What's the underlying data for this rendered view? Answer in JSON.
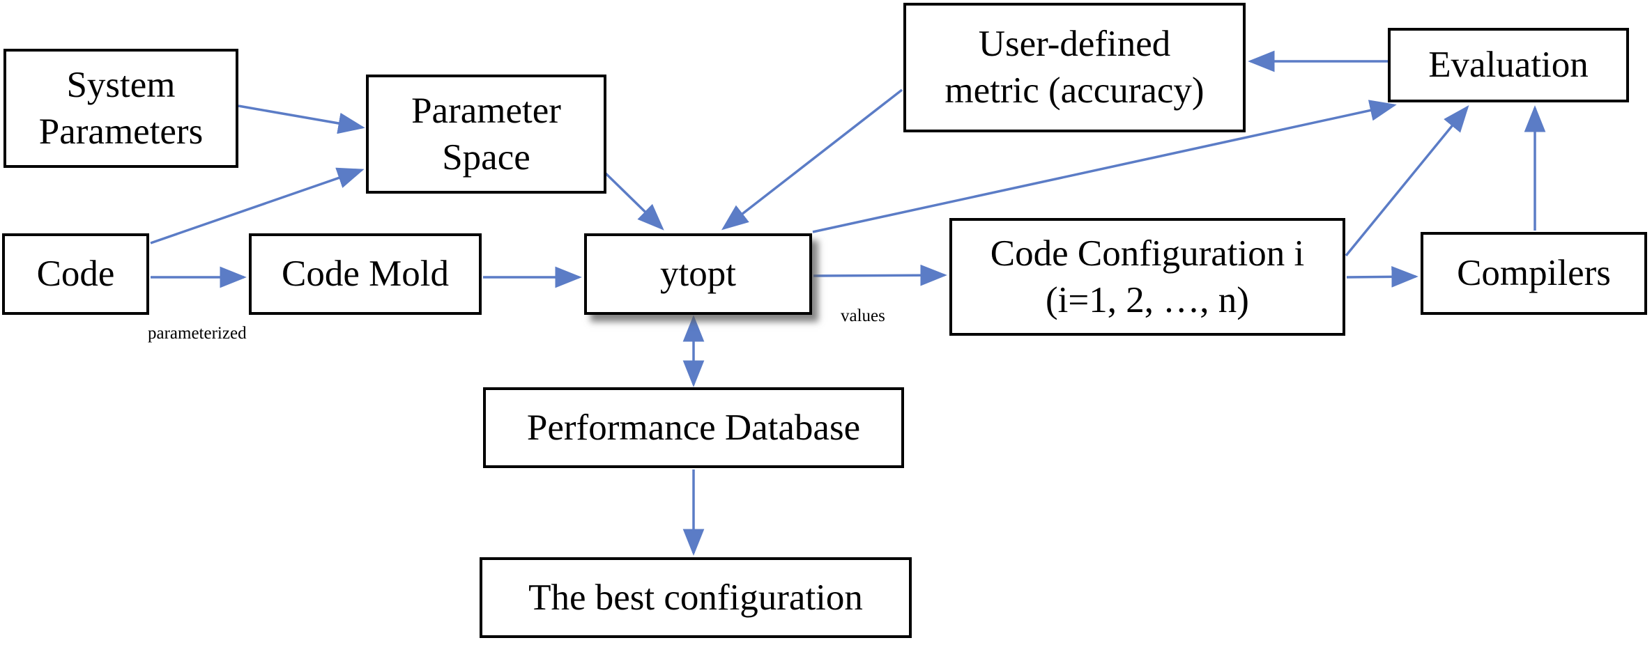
{
  "diagram": {
    "nodes": {
      "system_parameters": {
        "label": "System\nParameters"
      },
      "code": {
        "label": "Code"
      },
      "parameter_space": {
        "label": "Parameter\nSpace"
      },
      "code_mold": {
        "label": "Code Mold"
      },
      "ytopt": {
        "label": "ytopt"
      },
      "user_defined_metric": {
        "label": "User-defined\nmetric (accuracy)"
      },
      "evaluation": {
        "label": "Evaluation"
      },
      "code_configuration": {
        "label": "Code Configuration i\n(i=1, 2, …, n)"
      },
      "compilers": {
        "label": "Compilers"
      },
      "performance_database": {
        "label": "Performance Database"
      },
      "best_configuration": {
        "label": "The best configuration"
      }
    },
    "annotations": {
      "parameterized": "parameterized",
      "values": "values"
    },
    "edges": [
      {
        "from": "system_parameters",
        "to": "parameter_space",
        "style": "single"
      },
      {
        "from": "code",
        "to": "parameter_space",
        "style": "single"
      },
      {
        "from": "code",
        "to": "code_mold",
        "style": "single",
        "label": "parameterized"
      },
      {
        "from": "code_mold",
        "to": "ytopt",
        "style": "single"
      },
      {
        "from": "parameter_space",
        "to": "ytopt",
        "style": "single"
      },
      {
        "from": "user_defined_metric",
        "to": "ytopt",
        "style": "single"
      },
      {
        "from": "ytopt",
        "to": "code_configuration",
        "style": "single",
        "label": "values"
      },
      {
        "from": "ytopt",
        "to": "evaluation",
        "style": "single"
      },
      {
        "from": "ytopt",
        "to": "performance_database",
        "style": "double"
      },
      {
        "from": "performance_database",
        "to": "best_configuration",
        "style": "single"
      },
      {
        "from": "code_configuration",
        "to": "evaluation",
        "style": "single"
      },
      {
        "from": "code_configuration",
        "to": "compilers",
        "style": "single"
      },
      {
        "from": "compilers",
        "to": "evaluation",
        "style": "single"
      },
      {
        "from": "evaluation",
        "to": "user_defined_metric",
        "style": "single"
      }
    ],
    "colors": {
      "arrow": "#5b7cc6",
      "box_border": "#000000",
      "box_fill": "#ffffff",
      "background": "#ffffff",
      "text": "#000000"
    }
  }
}
